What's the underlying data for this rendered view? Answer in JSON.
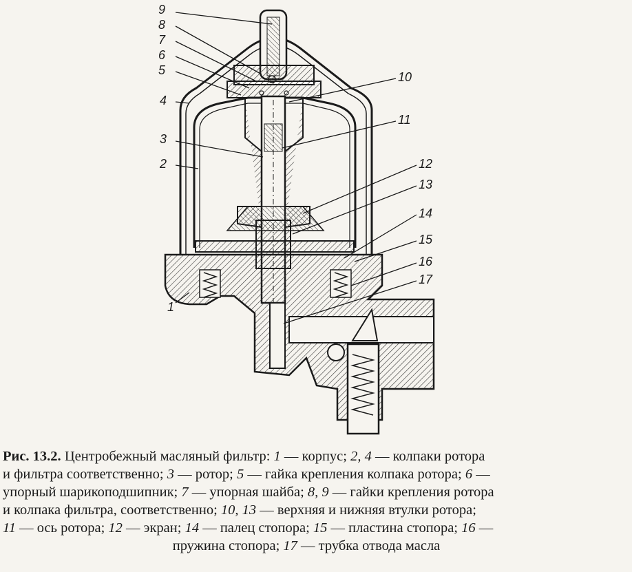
{
  "figure": {
    "labels": [
      "9",
      "8",
      "7",
      "6",
      "5",
      "4",
      "3",
      "2",
      "1",
      "10",
      "11",
      "12",
      "13",
      "14",
      "15",
      "16",
      "17"
    ]
  },
  "caption": {
    "prefix": "Рис. 13.2.",
    "lines": [
      [
        {
          "t": "Рис. 13.2.",
          "s": "b"
        },
        {
          "t": " Центробежный масляный фильтр: ",
          "s": ""
        },
        {
          "t": "1",
          "s": "i"
        },
        {
          "t": " — корпус; ",
          "s": ""
        },
        {
          "t": "2, 4",
          "s": "i"
        },
        {
          "t": " — колпаки ротора",
          "s": ""
        }
      ],
      [
        {
          "t": "и фильтра соответственно; ",
          "s": ""
        },
        {
          "t": "3",
          "s": "i"
        },
        {
          "t": " — ротор; ",
          "s": ""
        },
        {
          "t": "5",
          "s": "i"
        },
        {
          "t": " — гайка крепления колпака ротора; ",
          "s": ""
        },
        {
          "t": "6",
          "s": "i"
        },
        {
          "t": " —",
          "s": ""
        }
      ],
      [
        {
          "t": "упорный шарикоподшипник; ",
          "s": ""
        },
        {
          "t": "7",
          "s": "i"
        },
        {
          "t": " — упорная шайба; ",
          "s": ""
        },
        {
          "t": "8, 9",
          "s": "i"
        },
        {
          "t": " — гайки крепления ротора",
          "s": ""
        }
      ],
      [
        {
          "t": "и колпака фильтра, соответственно; ",
          "s": ""
        },
        {
          "t": "10, 13",
          "s": "i"
        },
        {
          "t": " — верхняя и нижняя втулки ротора;",
          "s": ""
        }
      ],
      [
        {
          "t": "11",
          "s": "i"
        },
        {
          "t": " — ось ротора; ",
          "s": ""
        },
        {
          "t": "12",
          "s": "i"
        },
        {
          "t": " — экран; ",
          "s": ""
        },
        {
          "t": "14",
          "s": "i"
        },
        {
          "t": " — палец стопора; ",
          "s": ""
        },
        {
          "t": "15",
          "s": "i"
        },
        {
          "t": " — пластина стопора; ",
          "s": ""
        },
        {
          "t": "16",
          "s": "i"
        },
        {
          "t": " —",
          "s": ""
        }
      ],
      [
        {
          "t": "пружина стопора; ",
          "s": ""
        },
        {
          "t": "17",
          "s": "i"
        },
        {
          "t": " — трубка отвода масла",
          "s": ""
        }
      ]
    ]
  }
}
